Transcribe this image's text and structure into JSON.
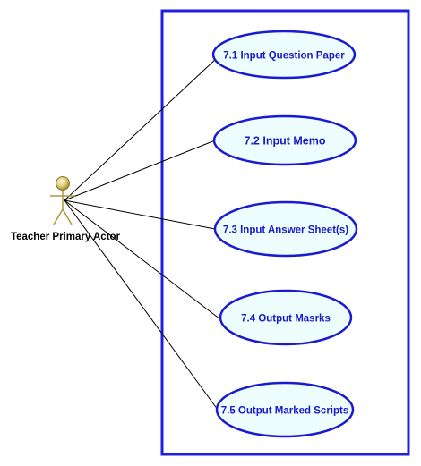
{
  "diagram": {
    "type": "uml-use-case",
    "actor": {
      "label": "Teacher Primary Actor",
      "icon": "stick-figure-icon"
    },
    "use_cases": [
      {
        "label": "7.1 Input Question Paper"
      },
      {
        "label": "7.2 Input Memo"
      },
      {
        "label": "7.3 Input Answer Sheet(s)"
      },
      {
        "label": "7.4 Output Masrks"
      },
      {
        "label": "7.5 Output Marked Scripts"
      }
    ],
    "colors": {
      "boundary": "#1f1fe0",
      "usecase_stroke": "#1a1ad0",
      "usecase_fill": "#eefefe",
      "usecase_text": "#1a1ac8",
      "actor_fill": "#e8dca0",
      "actor_stroke": "#a08a30",
      "association": "#000000"
    }
  }
}
